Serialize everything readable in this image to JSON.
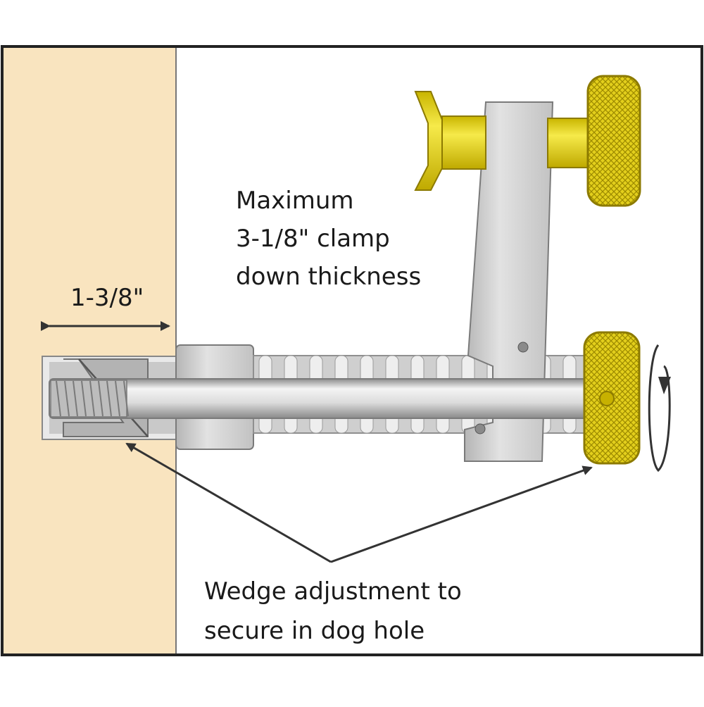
{
  "labels": {
    "max_thickness": [
      "Maximum",
      "3-1/8\" clamp",
      "down thickness"
    ],
    "hole_depth": "1-3/8\"",
    "wedge_note": [
      "Wedge adjustment to",
      "secure in dog hole"
    ]
  },
  "colors": {
    "bench_wood": "#f9e4bf",
    "frame": "#222222",
    "steel": "#d6d6d6",
    "steel_dark": "#9a9a9a",
    "brass": "#e8d400",
    "brass_dark": "#b8a200",
    "knob": "#e6d21e",
    "knob_dark": "#a99500",
    "line": "#333333"
  }
}
